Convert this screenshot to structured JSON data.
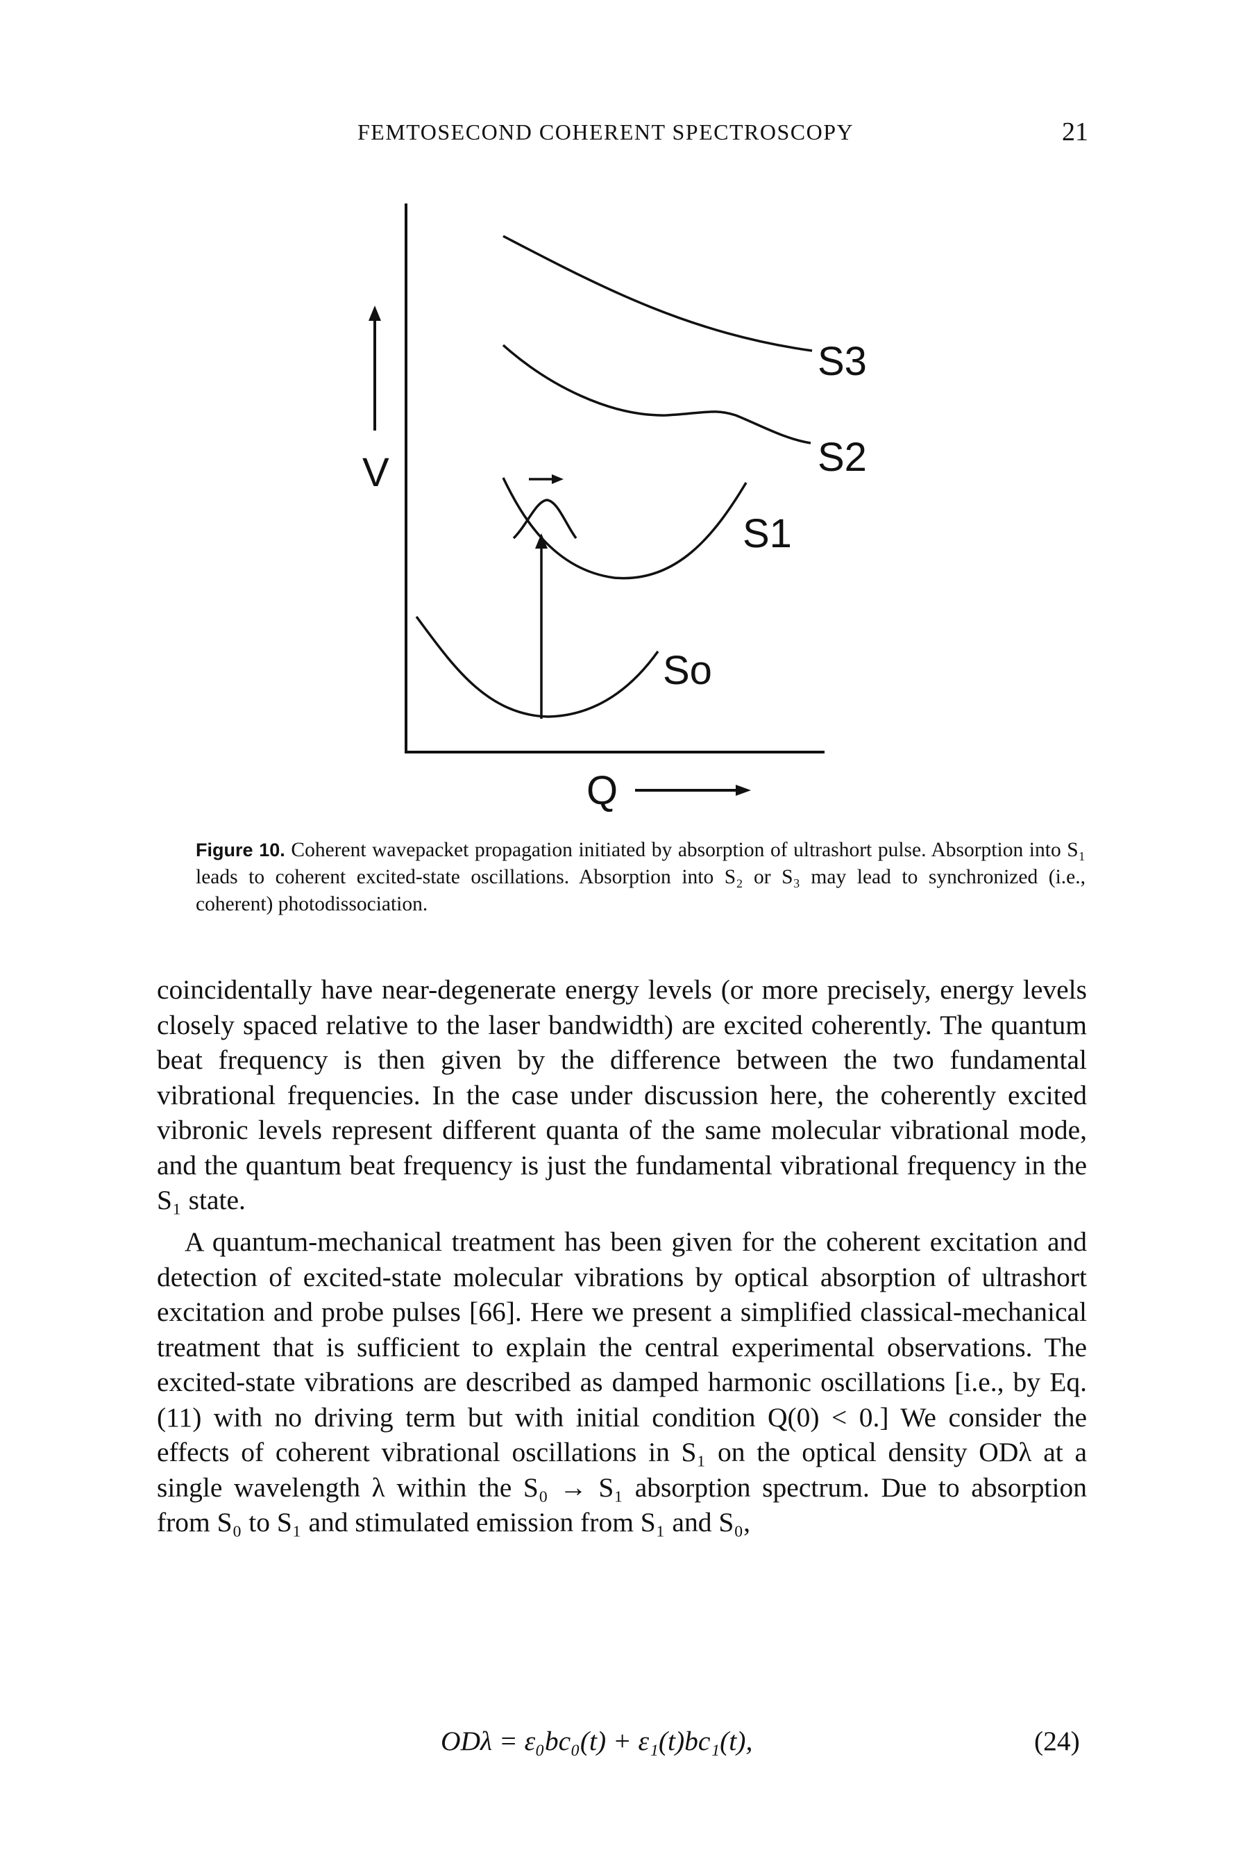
{
  "header": {
    "running_title": "FEMTOSECOND COHERENT SPECTROSCOPY",
    "page_number": "21"
  },
  "figure": {
    "y_axis_label": "V",
    "x_axis_label": "Q",
    "curve_labels": {
      "s3": "S3",
      "s2": "S2",
      "s1": "S1",
      "s0": "So"
    },
    "caption": {
      "label": "Figure 10.",
      "text": "Coherent wavepacket propagation initiated by absorption of ultrashort pulse. Absorption into S₁ leads to coherent excited-state oscillations. Absorption into S₂ or S₃ may lead to synchronized (i.e., coherent) photodissociation."
    }
  },
  "body": {
    "paragraph_1": "coincidentally have near-degenerate energy levels (or more precisely, energy levels closely spaced relative to the laser bandwidth) are excited coherently. The quantum beat frequency is then given by the difference between the two fundamental vibrational frequencies. In the case under discussion here, the coherently excited vibronic levels represent different quanta of the same molecular vibrational mode, and the quantum beat frequency is just the fundamental vibrational frequency in the S₁ state.",
    "paragraph_2": "A quantum-mechanical treatment has been given for the coherent excitation and detection of excited-state molecular vibrations by optical absorption of ultrashort excitation and probe pulses [66]. Here we present a simplified classical-mechanical treatment that is sufficient to explain the central experimental observations. The excited-state vibrations are described as damped harmonic oscillations [i.e., by Eq. (11) with no driving term but with initial condition Q(0) < 0.] We consider the effects of coherent vibrational oscillations in S₁ on the optical density ODλ at a single wavelength λ within the S₀ → S₁ absorption spectrum. Due to absorption from S₀ to S₁ and stimulated emission from S₁ and S₀,"
  },
  "equation": {
    "expression": "ODλ = ε₀bc₀(t) + ε₁(t)bc₁(t),",
    "number": "(24)"
  }
}
